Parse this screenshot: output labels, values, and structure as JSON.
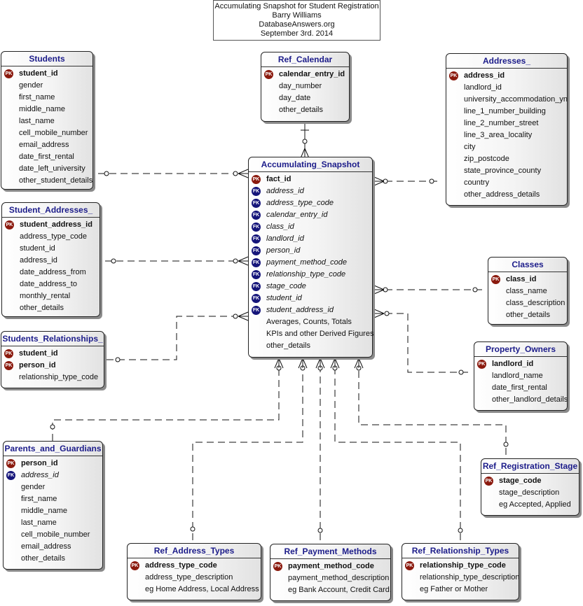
{
  "title": {
    "line1": "Accumulating Snapshot for Student Registration",
    "line2": "Barry Williams",
    "line3": "DatabaseAnswers.org",
    "line4": "September 3rd. 2014"
  },
  "entities": {
    "students": {
      "name": "Students",
      "attrs": [
        {
          "name": "student_id",
          "key": "PK"
        },
        {
          "name": "gender"
        },
        {
          "name": "first_name"
        },
        {
          "name": "middle_name"
        },
        {
          "name": "last_name"
        },
        {
          "name": "cell_mobile_number"
        },
        {
          "name": "email_address"
        },
        {
          "name": "date_first_rental"
        },
        {
          "name": "date_left_university"
        },
        {
          "name": "other_student_details"
        }
      ]
    },
    "ref_calendar": {
      "name": "Ref_Calendar",
      "attrs": [
        {
          "name": "calendar_entry_id",
          "key": "PK"
        },
        {
          "name": "day_number"
        },
        {
          "name": "day_date"
        },
        {
          "name": "other_details"
        }
      ]
    },
    "addresses": {
      "name": "Addresses_",
      "attrs": [
        {
          "name": "address_id",
          "key": "PK"
        },
        {
          "name": "landlord_id"
        },
        {
          "name": "university_accommodation_yn"
        },
        {
          "name": "line_1_number_building"
        },
        {
          "name": "line_2_number_street"
        },
        {
          "name": "line_3_area_locality"
        },
        {
          "name": "city"
        },
        {
          "name": "zip_postcode"
        },
        {
          "name": "state_province_county"
        },
        {
          "name": "country"
        },
        {
          "name": "other_address_details"
        }
      ]
    },
    "student_addresses": {
      "name": "Student_Addresses_",
      "attrs": [
        {
          "name": "student_address_id",
          "key": "PK"
        },
        {
          "name": "address_type_code"
        },
        {
          "name": "student_id"
        },
        {
          "name": "address_id"
        },
        {
          "name": "date_address_from"
        },
        {
          "name": "date_address_to"
        },
        {
          "name": "monthly_rental"
        },
        {
          "name": "other_details"
        }
      ]
    },
    "accumulating_snapshot": {
      "name": "Accumulating_Snapshot",
      "attrs": [
        {
          "name": "fact_id",
          "key": "PK"
        },
        {
          "name": "address_id",
          "key": "FK"
        },
        {
          "name": "address_type_code",
          "key": "FK"
        },
        {
          "name": "calendar_entry_id",
          "key": "FK"
        },
        {
          "name": "class_id",
          "key": "FK"
        },
        {
          "name": "landlord_id",
          "key": "FK"
        },
        {
          "name": "person_id",
          "key": "FK"
        },
        {
          "name": "payment_method_code",
          "key": "FK"
        },
        {
          "name": "relationship_type_code",
          "key": "FK"
        },
        {
          "name": "stage_code",
          "key": "FK"
        },
        {
          "name": "student_id",
          "key": "FK"
        },
        {
          "name": "student_address_id",
          "key": "FK"
        },
        {
          "name": "Averages, Counts, Totals"
        },
        {
          "name": "KPIs and other Derived Figures"
        },
        {
          "name": "other_details"
        }
      ]
    },
    "classes": {
      "name": "Classes",
      "attrs": [
        {
          "name": "class_id",
          "key": "PK"
        },
        {
          "name": "class_name"
        },
        {
          "name": "class_description"
        },
        {
          "name": "other_details"
        }
      ]
    },
    "students_relationships": {
      "name": "Students_Relationships_",
      "attrs": [
        {
          "name": "student_id",
          "key": "PK"
        },
        {
          "name": "person_id",
          "key": "PK"
        },
        {
          "name": "relationship_type_code"
        }
      ]
    },
    "property_owners": {
      "name": "Property_Owners",
      "attrs": [
        {
          "name": "landlord_id",
          "key": "PK"
        },
        {
          "name": "landlord_name"
        },
        {
          "name": "date_first_rental"
        },
        {
          "name": "other_landlord_details"
        }
      ]
    },
    "parents_guardians": {
      "name": "Parents_and_Guardians",
      "attrs": [
        {
          "name": "person_id",
          "key": "PK"
        },
        {
          "name": "address_id",
          "key": "FK"
        },
        {
          "name": "gender"
        },
        {
          "name": "first_name"
        },
        {
          "name": "middle_name"
        },
        {
          "name": "last_name"
        },
        {
          "name": "cell_mobile_number"
        },
        {
          "name": "email_address"
        },
        {
          "name": "other_details"
        }
      ]
    },
    "ref_registration_stage": {
      "name": "Ref_Registration_Stage",
      "attrs": [
        {
          "name": "stage_code",
          "key": "PK"
        },
        {
          "name": "stage_description"
        },
        {
          "name": "eg Accepted, Applied"
        }
      ]
    },
    "ref_address_types": {
      "name": "Ref_Address_Types",
      "attrs": [
        {
          "name": "address_type_code",
          "key": "PK"
        },
        {
          "name": "address_type_description"
        },
        {
          "name": "eg Home Address, Local Address"
        }
      ]
    },
    "ref_payment_methods": {
      "name": "Ref_Payment_Methods",
      "attrs": [
        {
          "name": "payment_method_code",
          "key": "PK"
        },
        {
          "name": "payment_method_description"
        },
        {
          "name": "eg Bank Account, Credit Card."
        }
      ]
    },
    "ref_relationship_types": {
      "name": "Ref_Relationship_Types",
      "attrs": [
        {
          "name": "relationship_type_code",
          "key": "PK"
        },
        {
          "name": "relationship_type_description"
        },
        {
          "name": "eg Father or Mother"
        }
      ]
    }
  }
}
